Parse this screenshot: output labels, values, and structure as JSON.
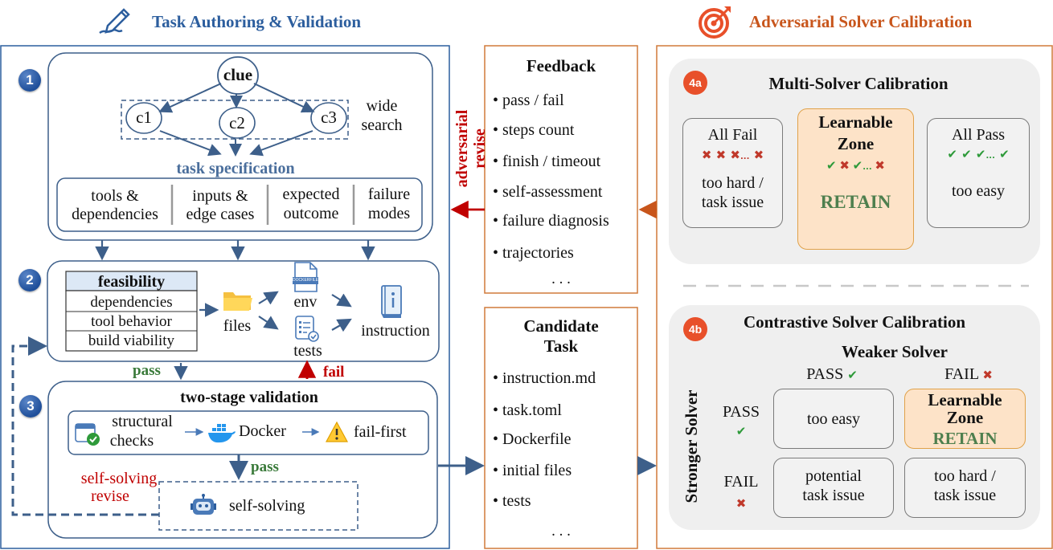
{
  "left_title": "Task Authoring & Validation",
  "right_title": "Adversarial Solver Calibration",
  "step1": {
    "num": "1",
    "clue": "clue",
    "nodes": [
      "c1",
      "c2",
      "c3"
    ],
    "wide_search": [
      "wide",
      "search"
    ],
    "task_spec": "task specification",
    "spec_items": [
      [
        "tools &",
        "dependencies"
      ],
      [
        "inputs &",
        "edge cases"
      ],
      [
        "expected",
        "outcome"
      ],
      [
        "failure",
        "modes"
      ]
    ]
  },
  "step2": {
    "num": "2",
    "feasibility_header": "feasibility",
    "feasibility_rows": [
      "dependencies",
      "tool behavior",
      "build viability"
    ],
    "files": "files",
    "env": "env",
    "dockerfile_tag": "DOCKERFILE",
    "tests": "tests",
    "instruction": "instruction"
  },
  "step3": {
    "num": "3",
    "title": "two-stage validation",
    "structural_checks": [
      "structural",
      "checks"
    ],
    "docker": "Docker",
    "fail_first": "fail-first",
    "self_solving": "self-solving"
  },
  "labels": {
    "pass_top": "pass",
    "fail": "fail",
    "pass_inner": "pass",
    "self_solving_revise": [
      "self-solving",
      "revise"
    ],
    "adversarial_revise": [
      "adversarial",
      "revise"
    ]
  },
  "feedback": {
    "title": "Feedback",
    "items": [
      "pass / fail",
      "steps count",
      "finish / timeout",
      "self-assessment",
      "failure diagnosis",
      "trajectories"
    ],
    "ellipsis": ". . ."
  },
  "candidate": {
    "title": [
      "Candidate",
      "Task"
    ],
    "items": [
      "instruction.md",
      "task.toml",
      "Dockerfile",
      "initial files",
      "tests"
    ],
    "ellipsis": ". . ."
  },
  "calib4a": {
    "badge": "4a",
    "title": "Multi-Solver Calibration",
    "all_fail": "All Fail",
    "all_fail_desc": [
      "too hard /",
      "task issue"
    ],
    "learnable": [
      "Learnable",
      "Zone"
    ],
    "retain": "RETAIN",
    "all_pass": "All Pass",
    "all_pass_desc": "too easy",
    "dots": "..."
  },
  "calib4b": {
    "badge": "4b",
    "title": "Contrastive Solver Calibration",
    "weaker": "Weaker Solver",
    "stronger": "Stronger Solver",
    "pass": "PASS",
    "fail": "FAIL",
    "cells": {
      "pp": "too easy",
      "pf": [
        "Learnable",
        "Zone"
      ],
      "pf_retain": "RETAIN",
      "fp": [
        "potential",
        "task issue"
      ],
      "ff": [
        "too hard /",
        "task issue"
      ]
    }
  },
  "colors": {
    "blue": "#2c5e9e",
    "orange": "#c8551b",
    "red": "#c00000",
    "green": "#3a7a3a",
    "learnable_fill": "#fde3c8"
  }
}
